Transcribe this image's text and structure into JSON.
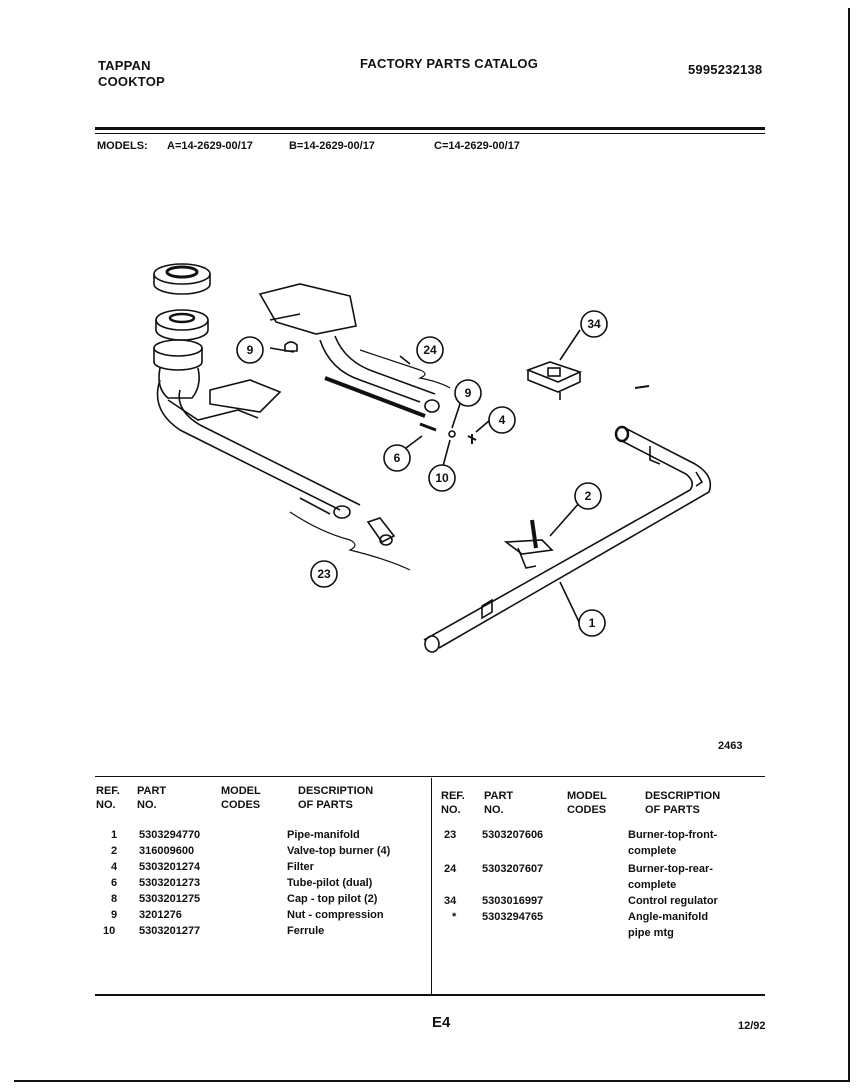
{
  "header": {
    "brand_line1": "TAPPAN",
    "brand_line2": "COOKTOP",
    "catalog_title": "FACTORY PARTS CATALOG",
    "catalog_number": "5995232138"
  },
  "models": {
    "label": "MODELS:",
    "a": "A=14-2629-00/17",
    "b": "B=14-2629-00/17",
    "c": "C=14-2629-00/17"
  },
  "diagram": {
    "figure_number": "2463",
    "callouts": [
      "9",
      "24",
      "34",
      "9",
      "4",
      "6",
      "10",
      "2",
      "23",
      "1"
    ]
  },
  "table": {
    "headers": {
      "ref": "REF. NO.",
      "ref_l1": "REF.",
      "ref_l2": "NO.",
      "part_l1": "PART",
      "part_l2": "NO.",
      "model_l1": "MODEL",
      "model_l2": "CODES",
      "desc_l1": "DESCRIPTION",
      "desc_l2": "OF PARTS"
    },
    "left_rows": [
      {
        "ref": "1",
        "part": "5303294770",
        "desc": "Pipe-manifold"
      },
      {
        "ref": "2",
        "part": "316009600",
        "desc": "Valve-top burner (4)"
      },
      {
        "ref": "4",
        "part": "5303201274",
        "desc": "Filter"
      },
      {
        "ref": "6",
        "part": "5303201273",
        "desc": "Tube-pilot (dual)"
      },
      {
        "ref": "8",
        "part": "5303201275",
        "desc": "Cap - top pilot (2)"
      },
      {
        "ref": "9",
        "part": "3201276",
        "desc": "Nut - compression"
      },
      {
        "ref": "10",
        "part": "5303201277",
        "desc": "Ferrule"
      }
    ],
    "right_rows": [
      {
        "ref": "23",
        "part": "5303207606",
        "desc1": "Burner-top-front-",
        "desc2": "complete"
      },
      {
        "ref": "24",
        "part": "5303207607",
        "desc1": "Burner-top-rear-",
        "desc2": "complete"
      },
      {
        "ref": "34",
        "part": "5303016997",
        "desc1": "Control regulator",
        "desc2": ""
      },
      {
        "ref": "*",
        "part": "5303294765",
        "desc1": "Angle-manifold",
        "desc2": "pipe mtg"
      }
    ]
  },
  "footer": {
    "page": "E4",
    "date": "12/92"
  }
}
